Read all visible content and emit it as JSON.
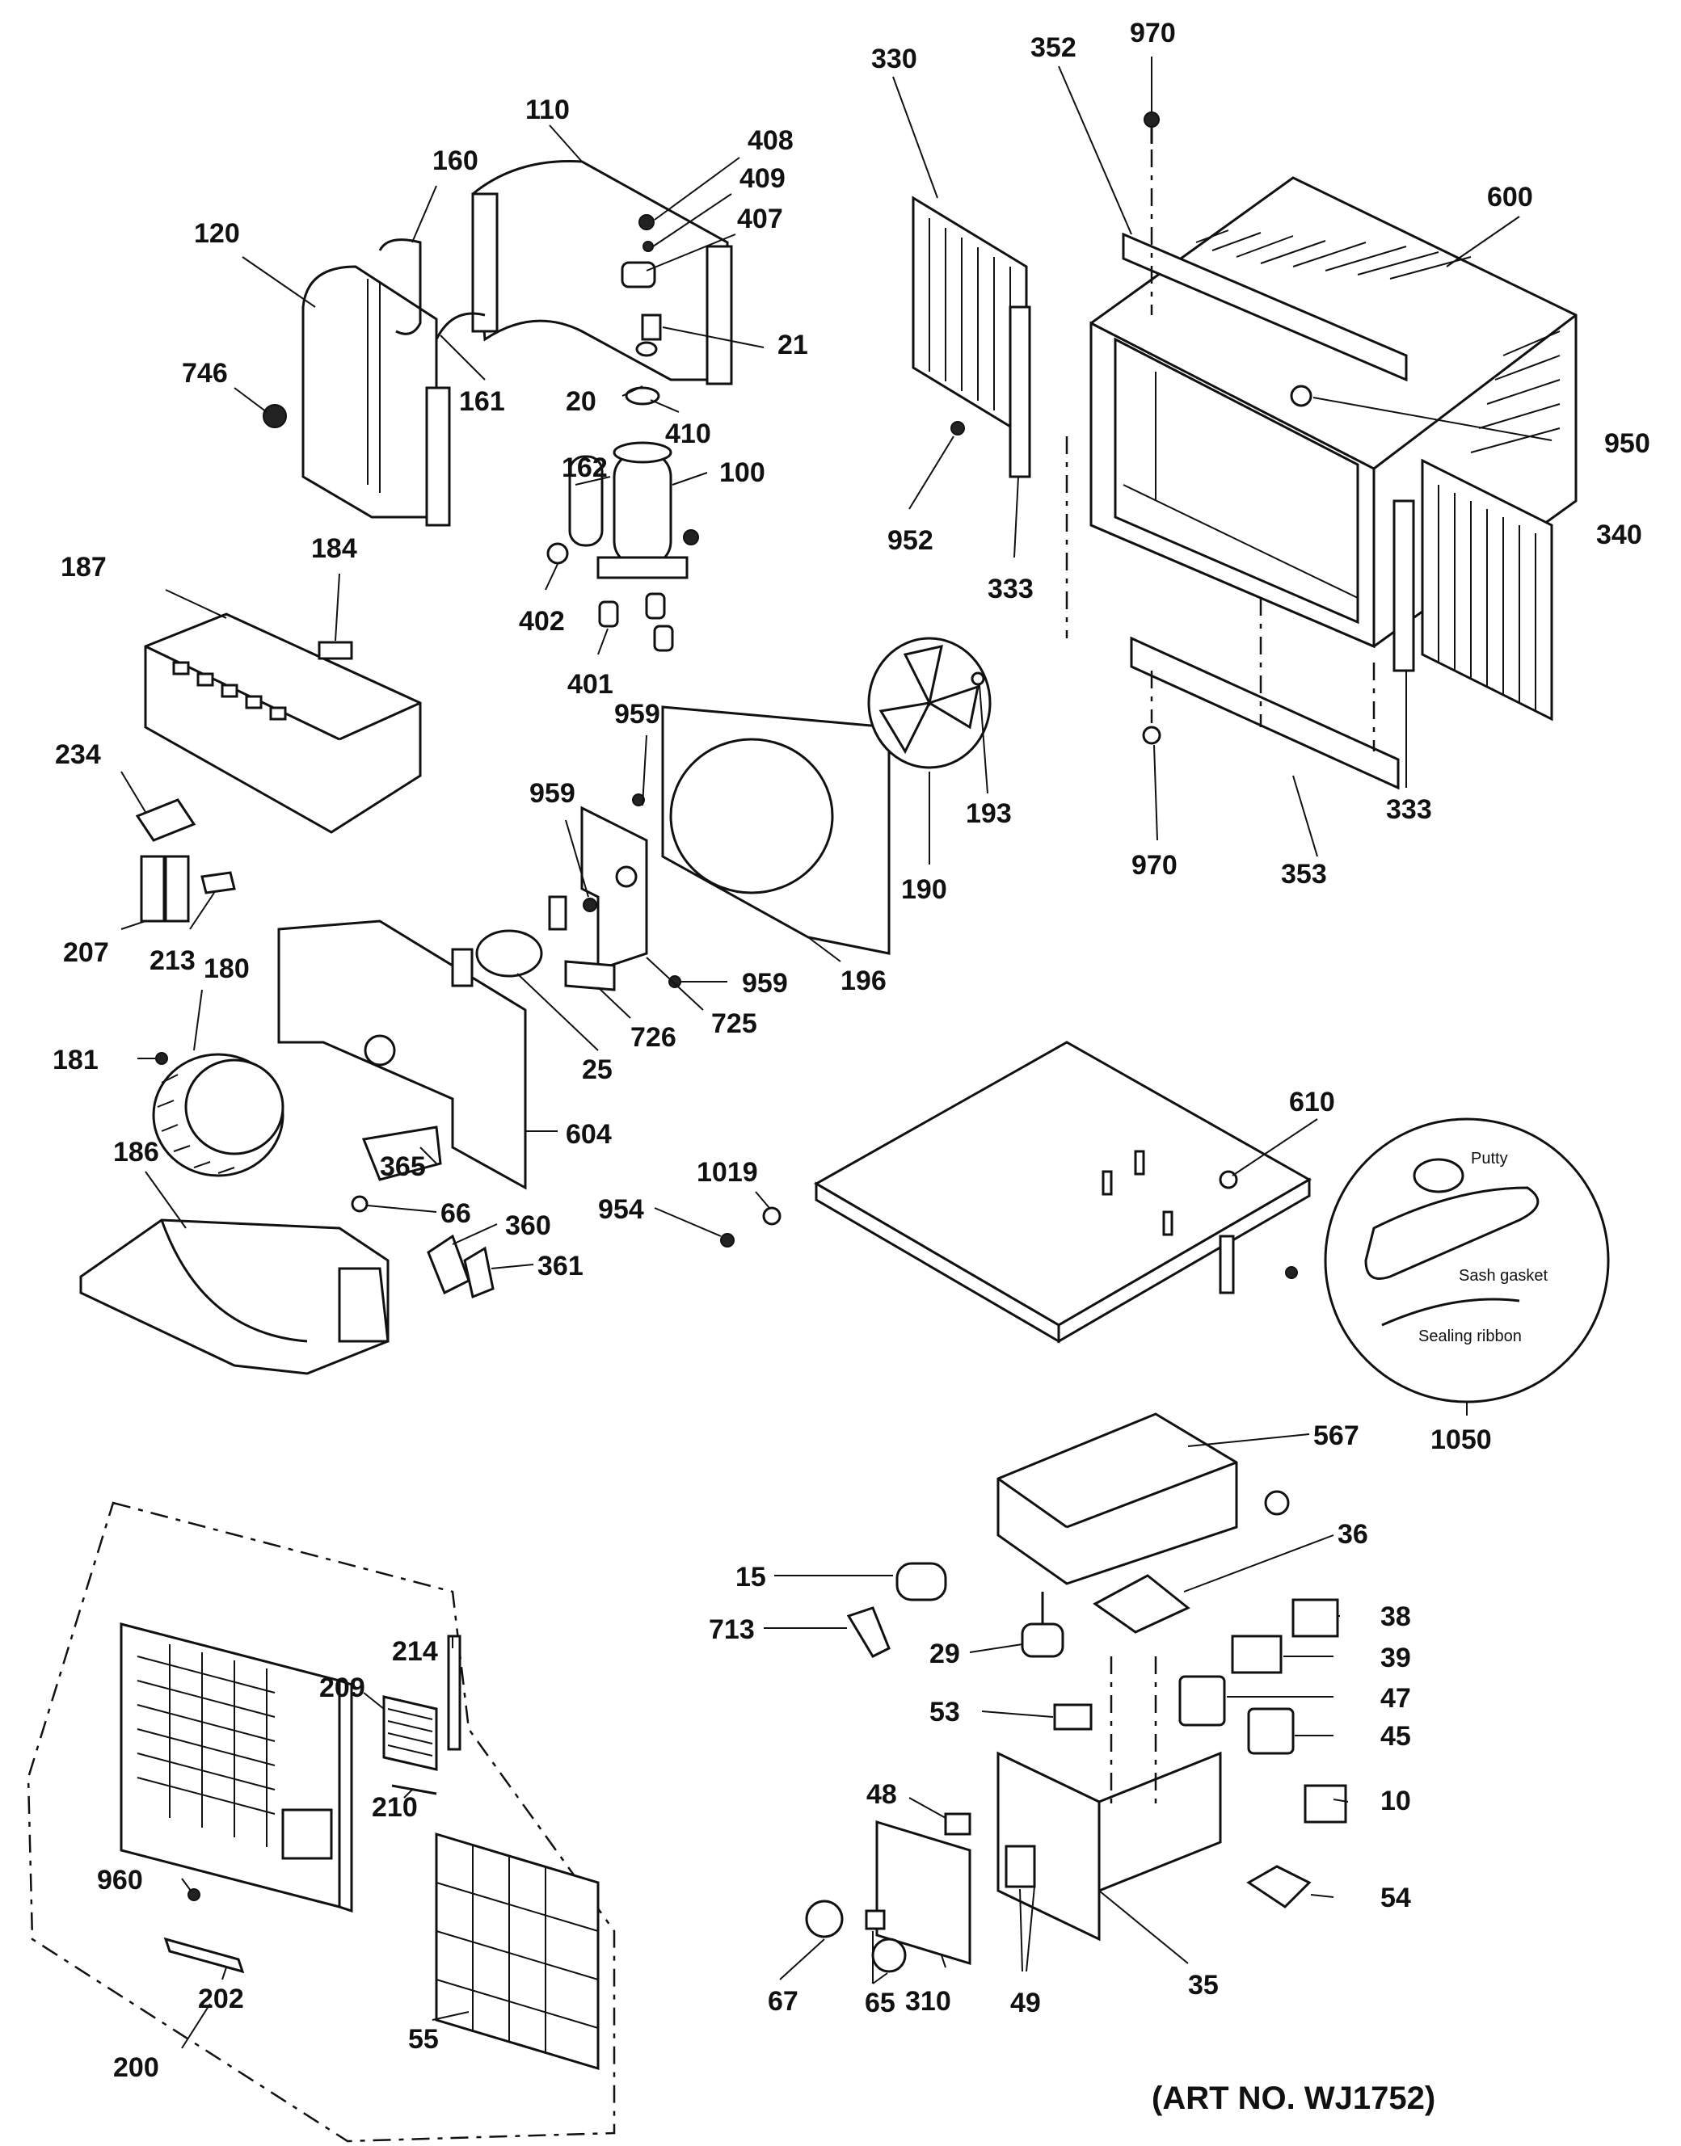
{
  "caption": "(ART NO. WJ1752)",
  "labels": {
    "p970a": "970",
    "p352": "352",
    "p330": "330",
    "p600": "600",
    "p950": "950",
    "p952": "952",
    "p333a": "333",
    "p340": "340",
    "p333b": "333",
    "p970b": "970",
    "p353": "353",
    "p110": "110",
    "p408": "408",
    "p160": "160",
    "p409": "409",
    "p407": "407",
    "p120": "120",
    "p21": "21",
    "p746": "746",
    "p161": "161",
    "p20": "20",
    "p410": "410",
    "p162": "162",
    "p100": "100",
    "p187": "187",
    "p184": "184",
    "p402": "402",
    "p401": "401",
    "p959a": "959",
    "p234": "234",
    "p959b": "959",
    "p193": "193",
    "p190": "190",
    "p207": "207",
    "p213": "213",
    "p180": "180",
    "p959c": "959",
    "p196": "196",
    "p725": "725",
    "p726": "726",
    "p181": "181",
    "p25": "25",
    "p610": "610",
    "p604": "604",
    "p186": "186",
    "p365": "365",
    "p1019": "1019",
    "p66": "66",
    "p360": "360",
    "p954": "954",
    "p361": "361",
    "p1050": "1050",
    "p567": "567",
    "p36": "36",
    "p15": "15",
    "p713": "713",
    "p38": "38",
    "p29": "29",
    "p39": "39",
    "p47": "47",
    "p214": "214",
    "p209": "209",
    "p53": "53",
    "p45": "45",
    "p48": "48",
    "p10": "10",
    "p210": "210",
    "p960": "960",
    "p54": "54",
    "p202": "202",
    "p35": "35",
    "p310": "310",
    "p49": "49",
    "p67": "67",
    "p65": "65",
    "p55": "55",
    "p200": "200"
  },
  "inset": {
    "putty": "Putty",
    "sash_gasket": "Sash gasket",
    "sealing_ribbon": "Sealing ribbon"
  }
}
